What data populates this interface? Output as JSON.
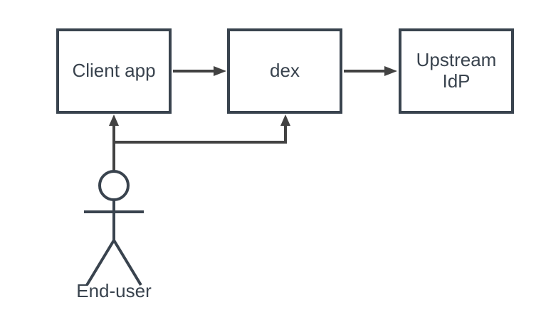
{
  "diagram": {
    "type": "flow",
    "background": "#ffffff",
    "colors": {
      "node_border": "#39434e",
      "node_fill": "#ffffff",
      "connector": "#424242",
      "text": "#39434e"
    },
    "nodes": [
      {
        "id": "client-app",
        "label": "Client app"
      },
      {
        "id": "dex",
        "label": "dex"
      },
      {
        "id": "upstream-idp",
        "label": "Upstream IdP"
      }
    ],
    "actor": {
      "id": "end-user",
      "label": "End-user"
    },
    "edges": [
      {
        "from": "client-app",
        "to": "dex",
        "style": "solid-arrow"
      },
      {
        "from": "dex",
        "to": "upstream-idp",
        "style": "solid-arrow"
      },
      {
        "from": "end-user",
        "to": "client-app",
        "style": "solid-arrow"
      },
      {
        "from": "end-user",
        "to": "dex",
        "style": "solid-arrow"
      }
    ]
  }
}
